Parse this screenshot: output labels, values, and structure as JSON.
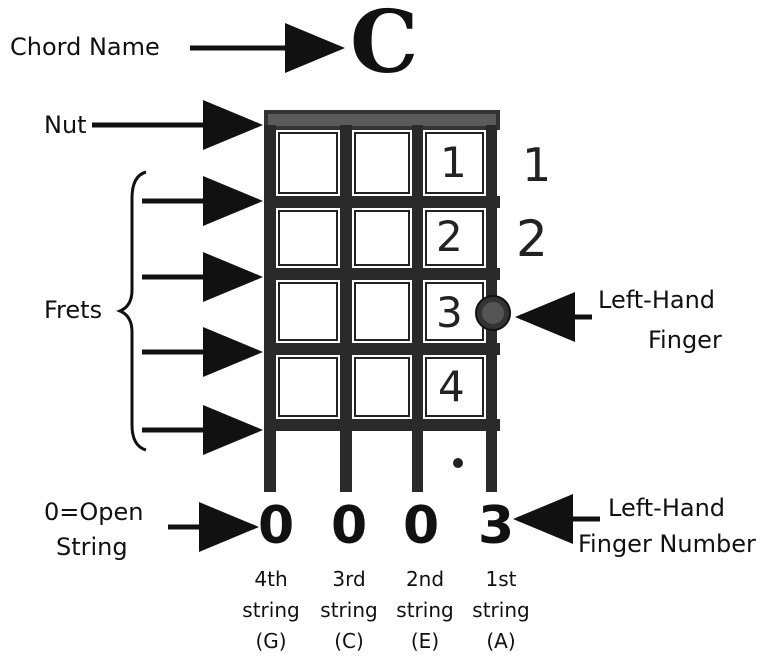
{
  "chord": {
    "name": "C",
    "label": "Chord Name"
  },
  "labels": {
    "nut": "Nut",
    "frets": "Frets",
    "left_hand_finger": [
      "Left-Hand",
      "Finger"
    ],
    "open_string": [
      "0=Open",
      "String"
    ],
    "finger_number": [
      "Left-Hand",
      "Finger Number"
    ]
  },
  "fret_finger_numbers": [
    "1",
    "2",
    "3",
    "4"
  ],
  "handwritten_numbers": [
    "1",
    "2"
  ],
  "string_values": [
    "0",
    "0",
    "0",
    "3"
  ],
  "strings": [
    {
      "ordinal": "4th",
      "word": "string",
      "note": "(G)"
    },
    {
      "ordinal": "3rd",
      "word": "string",
      "note": "(C)"
    },
    {
      "ordinal": "2nd",
      "word": "string",
      "note": "(E)"
    },
    {
      "ordinal": "1st",
      "word": "string",
      "note": "(A)"
    }
  ]
}
